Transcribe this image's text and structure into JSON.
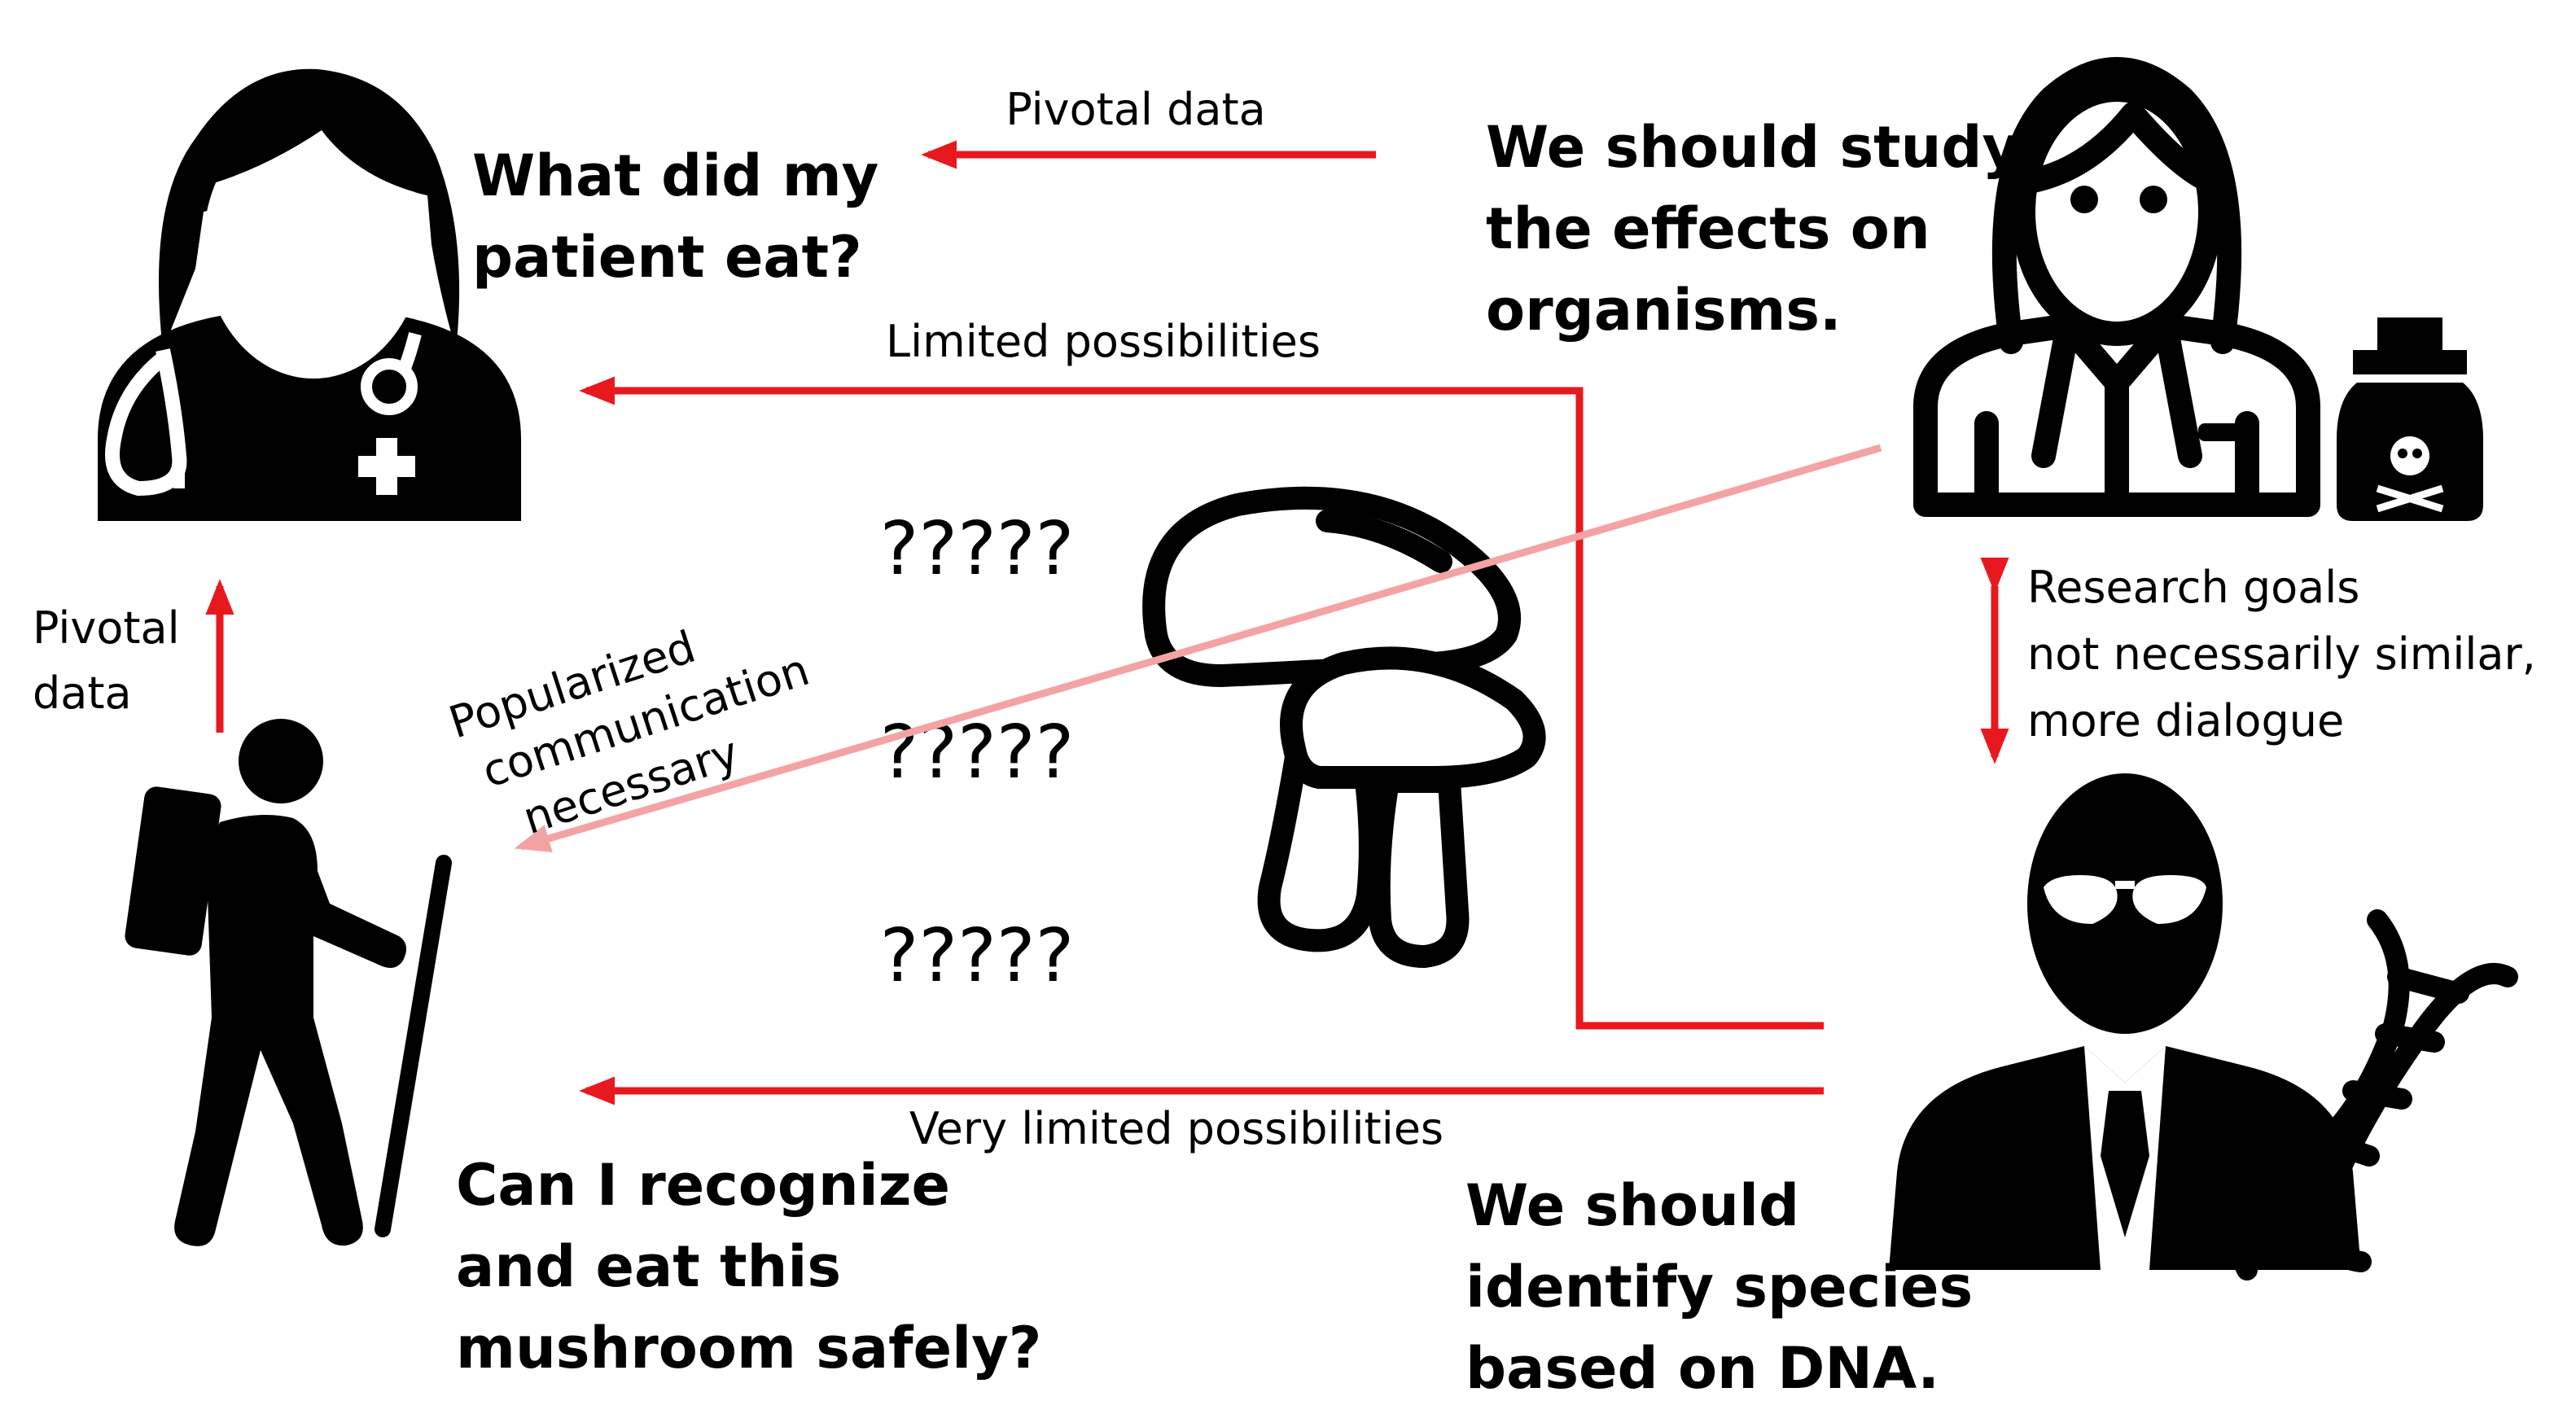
{
  "speech": {
    "doctor_lines": [
      "What did my",
      "patient eat?"
    ],
    "toxicologist_lines": [
      "We should study",
      "the effects on",
      "organisms."
    ],
    "hiker_lines": [
      "Can I recognize",
      "and eat this",
      "mushroom safely?"
    ],
    "geneticist_lines": [
      "We should",
      "identify species",
      "based on DNA."
    ]
  },
  "arrows": {
    "top": "Pivotal data",
    "middle": "Limited possibilities",
    "bottom": "Very limited possibilities",
    "left_lines": [
      "Pivotal",
      "data"
    ],
    "diagonal_lines": [
      "Popularized",
      "communication",
      "necessary"
    ],
    "right_lines": [
      "Research goals",
      "not necessarily similar,",
      "more dialogue"
    ]
  },
  "question_rows": [
    "?????",
    "?????",
    "?????"
  ],
  "icons": {
    "doctor": "female-doctor-icon",
    "toxicologist": "toxicologist-icon",
    "poison": "poison-bottle-icon",
    "geneticist": "geneticist-icon",
    "dna": "dna-helix-icon",
    "hiker": "hiker-icon",
    "mushroom": "mushroom-icon"
  },
  "colors": {
    "arrow": "#e8191e",
    "arrow_light": "#f4a3a5",
    "ink": "#000000"
  }
}
